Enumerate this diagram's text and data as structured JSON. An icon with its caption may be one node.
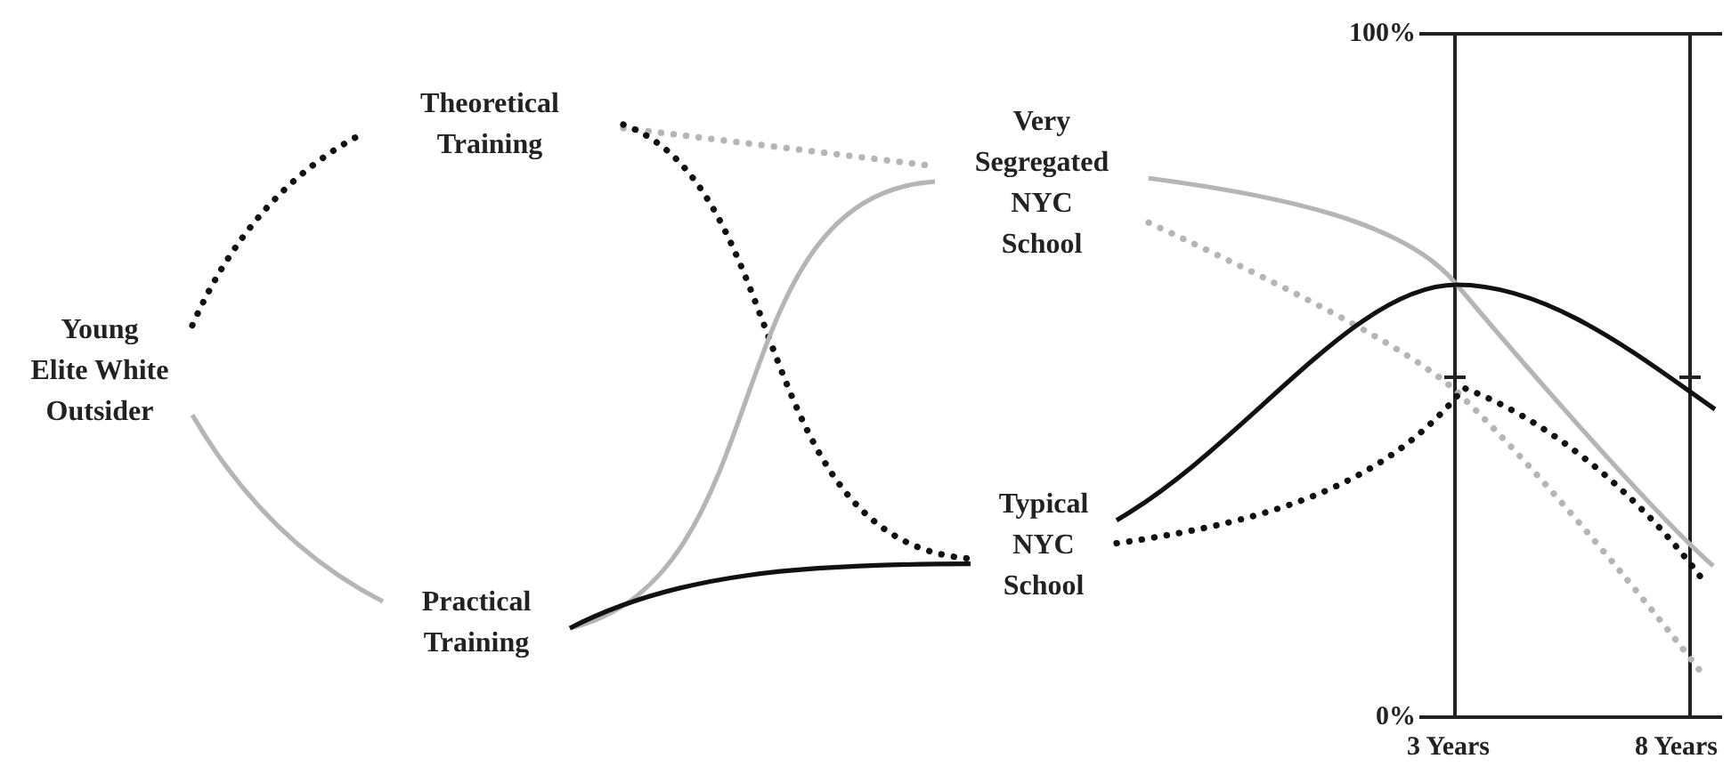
{
  "diagram": {
    "nodes": [
      {
        "text": [
          "Young Elite White Outsider"
        ]
      },
      {
        "text": [
          "Theoretical Training"
        ]
      },
      {
        "text": [
          "Practical Training"
        ]
      },
      {
        "text": [
          "Very Segregated NYC School"
        ]
      },
      {
        "text": [
          "Typical NYC School"
        ]
      }
    ],
    "edges": [
      {
        "from": 0,
        "to": 1,
        "arrow": "none",
        "style": "dashed"
      },
      {
        "from": 0,
        "to": 2,
        "arrow": "none",
        "color": "#b5b5b5"
      },
      {
        "from": 1,
        "to": 3,
        "arrow": "none",
        "style": "dashed",
        "color": "#b5b5b5"
      },
      {
        "from": 1,
        "to": 4,
        "arrow": "none",
        "style": "dashed"
      },
      {
        "from": 2,
        "to": 3,
        "arrow": "none",
        "color": "#b5b5b5"
      },
      {
        "from": 2,
        "to": 4,
        "arrow": "none"
      },
      {
        "from": 3,
        "to": null,
        "arrow": "none",
        "color": "#b5b5b5"
      },
      {
        "from": 3,
        "to": null,
        "arrow": "none",
        "style": "dashed",
        "color": "#b5b5b5"
      },
      {
        "from": 4,
        "to": null,
        "arrow": "none"
      },
      {
        "from": 4,
        "to": null,
        "arrow": "none",
        "style": "dashed"
      }
    ],
    "labels": [
      "100%",
      "0%",
      "3 Years",
      "8 Years"
    ]
  }
}
